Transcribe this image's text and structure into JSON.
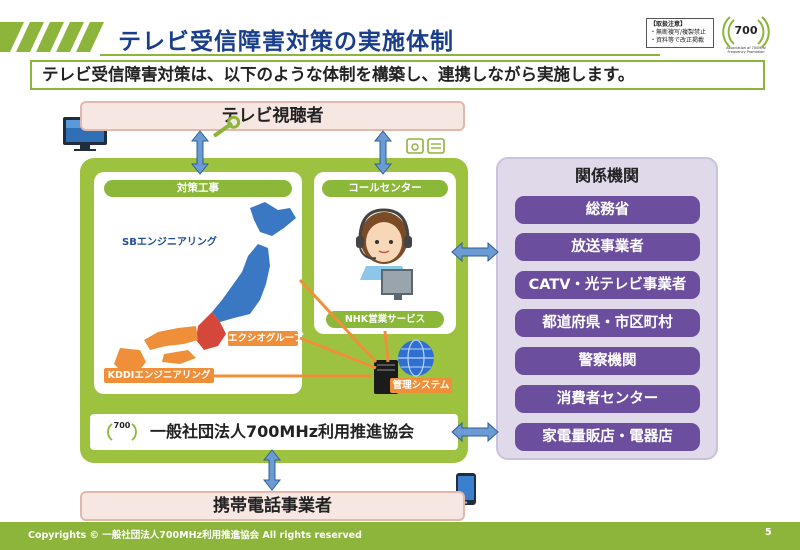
{
  "header": {
    "title": "テレビ受信障害対策の実施体制",
    "notice_lines": [
      "【取扱注意】",
      "・無断複写/複製禁止",
      "・資料等で改正掲載"
    ],
    "logo_number": "700",
    "logo_caption": "Association of 700MHz Frequency Promotion"
  },
  "subtitle": "テレビ受信障害対策は、以下のような体制を構築し、連携しながら実施します。",
  "top_bar": "テレビ視聴者",
  "bottom_bar": "携帯電話事業者",
  "left_panel": {
    "countermeasure_title": "対策工事",
    "companies": {
      "sb": "SBエンジニアリング",
      "exeo": "エクシオグループ",
      "kddi": "KDDIエンジニアリング"
    },
    "call_center_title": "コールセンター",
    "call_center_service": "NHK営業サービス",
    "management_system": "管理システム"
  },
  "association": {
    "name": "一般社団法人700MHz利用推進協会",
    "logo_number": "700"
  },
  "related_agencies": {
    "title": "関係機関",
    "items": [
      "総務省",
      "放送事業者",
      "CATV・光テレビ事業者",
      "都道府県・市区町村",
      "警察機関",
      "消費者センター",
      "家電量販店・電器店"
    ]
  },
  "footer": {
    "copyright": "Copyrights © 一般社団法人700MHz利用推進協会 All rights reserved",
    "page": "5"
  },
  "colors": {
    "title_blue": "#1a3e8c",
    "green": "#8db43b",
    "purple": "#6b4f9e",
    "orange": "#f08f3a",
    "arrow_blue": "#6b9bd2"
  }
}
